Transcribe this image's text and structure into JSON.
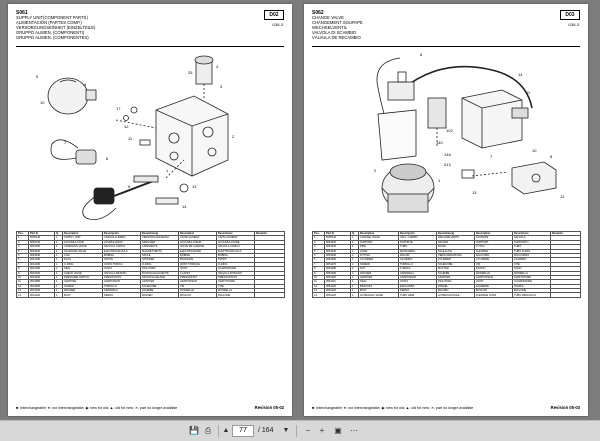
{
  "left_page": {
    "code": "S061",
    "title_lines": [
      "SUPPLY UNIT(COMPONENT PARTS)",
      "ALIMENTACIÓN (PARTES COMP.)",
      "VERSORGUNGSEINHEIT (EINZELTEILE)",
      "GRUPPO ALIMEN. (COMPONENTI)",
      "GRUPPO ALIMEN. (COMPONENTES)"
    ],
    "tag": "D02",
    "ref": "U36-3",
    "legend": "■: interchangeable;  ●: not interchangeable;  ◆: new for old;  ▲: old for new;  ✕: part no longer available",
    "revision": "Revision 05-02",
    "table": {
      "headers": [
        "Pos.",
        "Part N.",
        "Q.",
        "Description",
        "Descripción",
        "Bezeichnung",
        "Description",
        "Descrizione",
        "Remarks"
      ],
      "rows": [
        [
          "1",
          "5035140",
          "1",
          "SUPPLY UNIT",
          "UNIDAD ALIMENT.",
          "VERSORGUNGSEINH.",
          "UNITE ALIMENT.",
          "UNITÀ ALIMENT.",
          ""
        ],
        [
          "2",
          "9052140",
          "1",
          "ACCUMULATOR",
          "ACUMULADOR",
          "SPEICHER",
          "ACCUMULATEUR",
          "ACCUMULATORE",
          ""
        ],
        [
          "3",
          "9001050",
          "1",
          "CHARGING VALVE",
          "VALVULA CARGA",
          "LADEVENTIL",
          "VALVE DE CHARGE",
          "VALVOLA CARICA",
          ""
        ],
        [
          "4",
          "9023030",
          "1",
          "SOLENOID VALVE",
          "ELECTROVALVULA",
          "MAGNETVENTIL",
          "ELECTROVANNE",
          "ELETTROVALVOLA",
          ""
        ],
        [
          "5",
          "9023040",
          "1",
          "COIL",
          "BOBINA",
          "SPULE",
          "BOBINE",
          "BOBINA",
          ""
        ],
        [
          "6",
          "9012150",
          "1",
          "PLUG",
          "TAPON",
          "STOPFEN",
          "BOUCHON",
          "TAPPO",
          ""
        ],
        [
          "7",
          "9012160",
          "1",
          "O-RING",
          "JUNTA TORICA",
          "O-RING",
          "JOINT TORIQUE",
          "O-RING",
          ""
        ],
        [
          "8",
          "9012180",
          "2",
          "SEAL",
          "JUNTA",
          "DICHTUNG",
          "JOINT",
          "GUARNIZIONE",
          ""
        ],
        [
          "9",
          "9031020",
          "1",
          "CHECK VALVE",
          "VALVULA RETENC.",
          "RUCKSCHLAGVENTIL",
          "CLAPET",
          "VALVOLA RITEGNO",
          ""
        ],
        [
          "10",
          "9031030",
          "1",
          "PRESSURE SWITCH",
          "PRESOSTATO",
          "DRUCKSCHALTER",
          "PRESSOSTAT",
          "PRESSOSTATO",
          ""
        ],
        [
          "11",
          "9013080",
          "1",
          "ADAPTER",
          "ADAPTADOR",
          "ADAPTER",
          "ADAPTATEUR",
          "ADATTATORE",
          ""
        ],
        [
          "12",
          "9013090",
          "1",
          "SCREW",
          "TORNILLO",
          "SCHRAUBE",
          "VIS",
          "VITE",
          ""
        ],
        [
          "13",
          "9013100",
          "1",
          "WASHER",
          "ARANDELA",
          "SCHEIBE",
          "RONDELLE",
          "RONDELLA",
          ""
        ],
        [
          "14",
          "9014120",
          "1",
          "BOLT",
          "PERNO",
          "BOLZEN",
          "BOULON",
          "BULLONE",
          ""
        ]
      ]
    }
  },
  "right_page": {
    "code": "S062",
    "title_lines": [
      "CHANGE VALVE",
      "CHANGEMENT SOUPAPE",
      "WECHSELVENTIL",
      "VALVOLA DI SCAMBIO",
      "VÁLVULA DE RECAMBIO"
    ],
    "tag": "D03",
    "ref": "U36-3",
    "legend": "■: interchangeable;  ●: not interchangeable;  ◆: new for old;  ▲: old for new;  ✕: part no longer available",
    "revision": "Revision 05-03",
    "table": {
      "headers": [
        "Pos.",
        "Part N.",
        "Q.",
        "Description",
        "Descripción",
        "Bezeichnung",
        "Description",
        "Descrizione",
        "Remarks"
      ],
      "rows": [
        [
          "1",
          "5035210",
          "1",
          "CHANGE VALVE",
          "VALV. CAMBIO",
          "WECHSELVENTIL",
          "SOUPAPE",
          "VALVOLA",
          ""
        ],
        [
          "2",
          "9051020",
          "1",
          "SUPPORT",
          "SOPORTE",
          "HALTER",
          "SUPPORT",
          "SUPPORTO",
          ""
        ],
        [
          "3",
          "9051030",
          "1",
          "PIPE",
          "TUBO",
          "ROHR",
          "TUYAU",
          "TUBO",
          ""
        ],
        [
          "4",
          "9051040",
          "1",
          "HOSE",
          "MANGUERA",
          "SCHLAUCH",
          "FLEXIBLE",
          "TUBO FLESS.",
          ""
        ],
        [
          "5",
          "9051050",
          "2",
          "FITTING",
          "RACOR",
          "VERSCHRAUBUNG",
          "RACCORD",
          "RACCORDO",
          ""
        ],
        [
          "6",
          "9051060",
          "1",
          "CYLINDER",
          "CILINDRO",
          "ZYLINDER",
          "CYLINDRE",
          "CILINDRO",
          ""
        ],
        [
          "7",
          "9051070",
          "2",
          "SCREW",
          "TORNILLO",
          "SCHRAUBE",
          "VIS",
          "VITE",
          ""
        ],
        [
          "8",
          "9051080",
          "2",
          "NUT",
          "TUERCA",
          "MUTTER",
          "ECROU",
          "DADO",
          ""
        ],
        [
          "9",
          "9051090",
          "2",
          "WASHER",
          "ARANDELA",
          "SCHEIBE",
          "RONDELLE",
          "RONDELLA",
          ""
        ],
        [
          "10",
          "9051100",
          "1",
          "ADAPTER",
          "ADAPTADOR",
          "ADAPTER",
          "ADAPTATEUR",
          "ADATTATORE",
          ""
        ],
        [
          "11",
          "9051110",
          "1",
          "SEAL",
          "JUNTA",
          "DICHTUNG",
          "JOINT",
          "GUARNIZIONE",
          ""
        ],
        [
          "12",
          "9051120",
          "1",
          "BRACKET",
          "ESCUADRA",
          "WINKEL",
          "EQUERRE",
          "STAFFA",
          ""
        ],
        [
          "13",
          "9051130",
          "1",
          "BOLT",
          "PERNO",
          "BOLZEN",
          "BOULON",
          "BULLONE",
          ""
        ],
        [
          "14",
          "9051140",
          "1",
          "HYDRAULIC HOSE",
          "TUBO HIDR.",
          "HYDRAULIKSCHL.",
          "FLEXIBLE HYDR.",
          "TUBO IDRAULICO",
          ""
        ]
      ]
    }
  },
  "callouts_left": [
    "9",
    "10",
    "8",
    "17",
    "12",
    "11",
    "25",
    "4",
    "3",
    "2",
    "1",
    "7",
    "6",
    "5",
    "13",
    "14"
  ],
  "callouts_right": [
    "140",
    "148",
    "102",
    "013",
    "6",
    "14",
    "11",
    "10",
    "7",
    "8",
    "12",
    "13",
    "2",
    "1"
  ],
  "toolbar": {
    "current_page": "77",
    "total_pages": "/ 164",
    "icons": [
      "save-icon",
      "print-icon",
      "previous-page-icon",
      "next-page-icon",
      "zoom-out-icon",
      "zoom-in-icon",
      "fit-page-icon",
      "more-icon"
    ]
  }
}
